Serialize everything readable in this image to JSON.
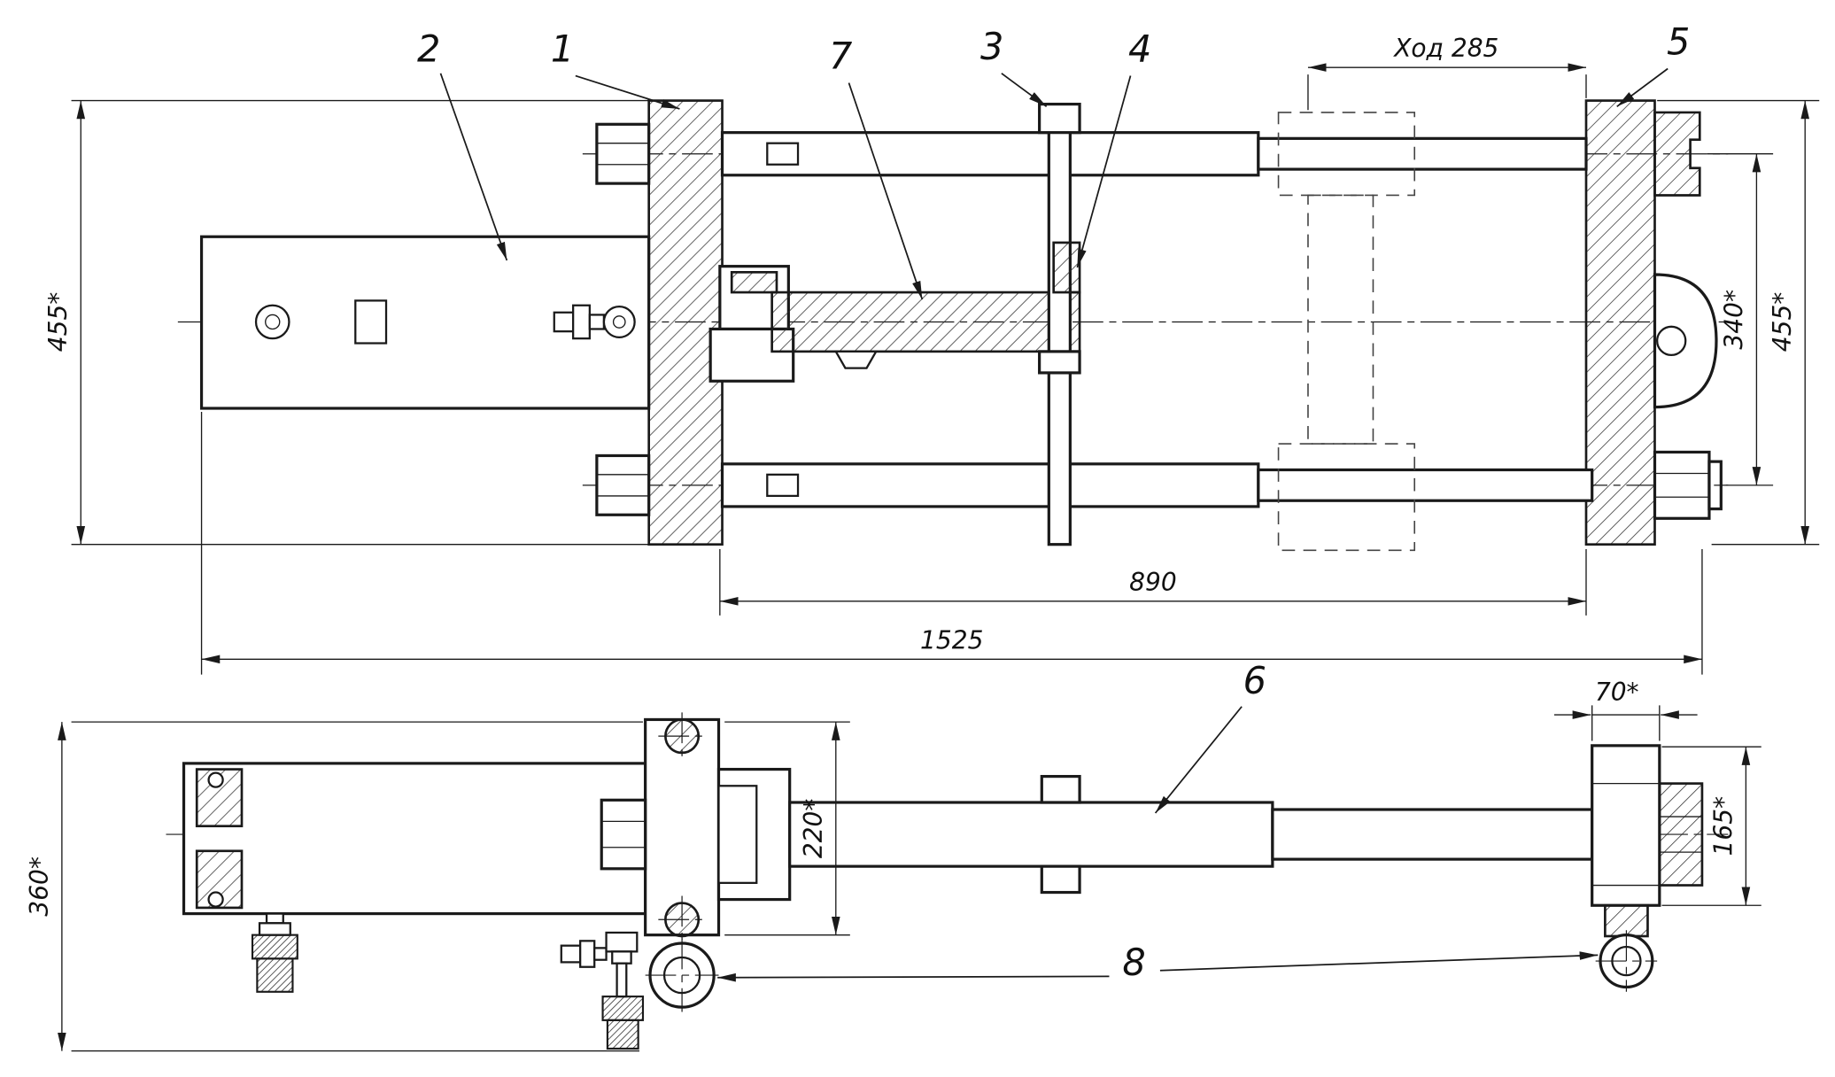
{
  "top_view": {
    "dimensions": {
      "left_height": "455*",
      "stroke": "Ход 285",
      "rod_spacing": "340*",
      "right_height": "455*",
      "flange_span": "890",
      "overall_length": "1525"
    },
    "callouts": {
      "c1": "1",
      "c2": "2",
      "c3": "3",
      "c4": "4",
      "c5": "5",
      "c7": "7"
    }
  },
  "side_view": {
    "dimensions": {
      "overall_height": "360*",
      "body_height": "220*",
      "end_block_width": "70*",
      "end_block_height": "165*"
    },
    "callouts": {
      "c6": "6",
      "c8": "8"
    }
  },
  "colors": {
    "line": "#1a1a1a",
    "background": "#ffffff"
  }
}
